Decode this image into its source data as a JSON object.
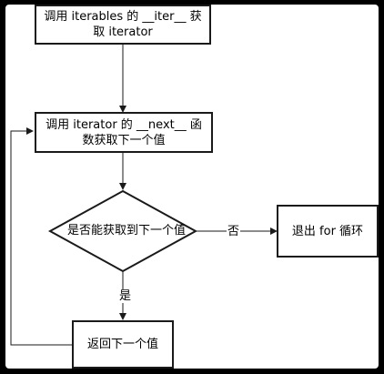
{
  "nodes": {
    "get_iter": "调用 iterables 的 __iter__ 获取 iterator",
    "get_next": "调用 iterator 的 __next__ 函数获取下一个值",
    "decision": "是否能获取到下一个值",
    "exit_loop": "退出 for 循环",
    "return_value": "返回下一个值"
  },
  "edges": {
    "no_label": "否",
    "yes_label": "是"
  },
  "colors": {
    "stroke": "#1a1a1a",
    "background": "#ffffff",
    "frame": "#000000"
  }
}
